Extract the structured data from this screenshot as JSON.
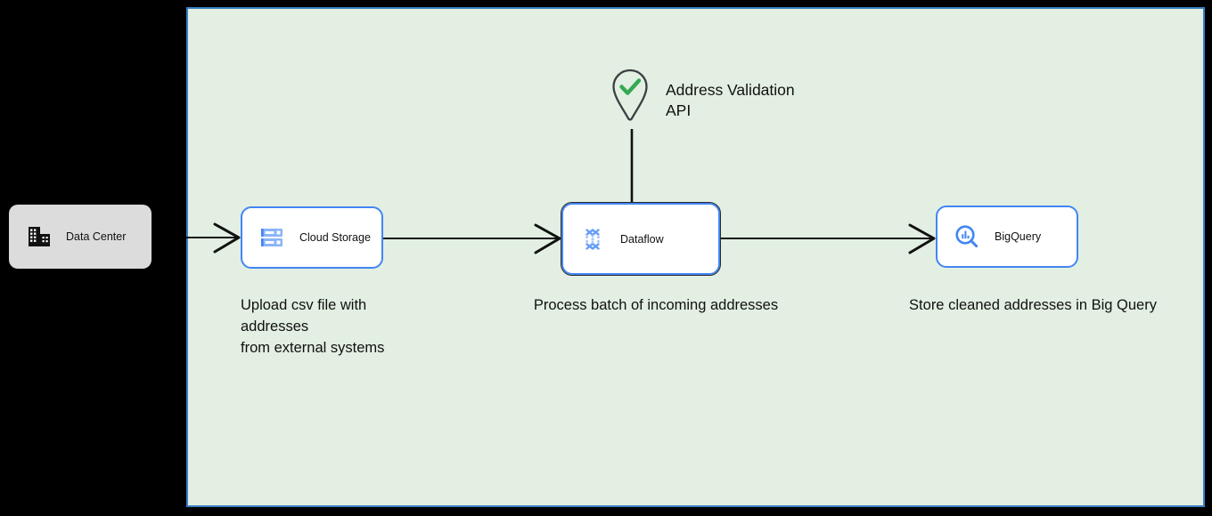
{
  "canvas": {
    "background_color": "#000000",
    "panel_background_color": "#e2efe2",
    "panel_border_color": "#3a7fc4"
  },
  "palette": {
    "gcp_blue": "#4285f4",
    "gcp_light_blue": "#8ab4f8",
    "green_check": "#34a853",
    "pin_outline": "#3c4043",
    "connector": "#111111",
    "datacenter_fill": "#dcdcdc"
  },
  "nodes": {
    "datacenter": {
      "label": "Data Center",
      "icon": "data-center-icon"
    },
    "cloud_storage": {
      "label": "Cloud Storage",
      "icon": "cloud-storage-icon",
      "caption": "Upload csv file with addresses\nfrom external systems"
    },
    "dataflow": {
      "label": "Dataflow",
      "icon": "dataflow-icon",
      "caption": "Process batch of incoming addresses",
      "selected": true
    },
    "bigquery": {
      "label": "BigQuery",
      "icon": "bigquery-icon",
      "caption": "Store cleaned addresses in Big Query"
    },
    "address_validation_api": {
      "label": "Address Validation\nAPI",
      "icon": "map-pin-check-icon"
    }
  },
  "connectors": [
    {
      "name": "datacenter-to-cloud-storage",
      "from": "Data Center",
      "to": "Cloud Storage",
      "arrow": true
    },
    {
      "name": "cloud-storage-to-dataflow",
      "from": "Cloud Storage",
      "to": "Dataflow",
      "arrow": true
    },
    {
      "name": "address-api-to-dataflow",
      "from": "Address Validation API",
      "to": "Dataflow",
      "arrow": false
    },
    {
      "name": "dataflow-to-bigquery",
      "from": "Dataflow",
      "to": "BigQuery",
      "arrow": true
    }
  ]
}
